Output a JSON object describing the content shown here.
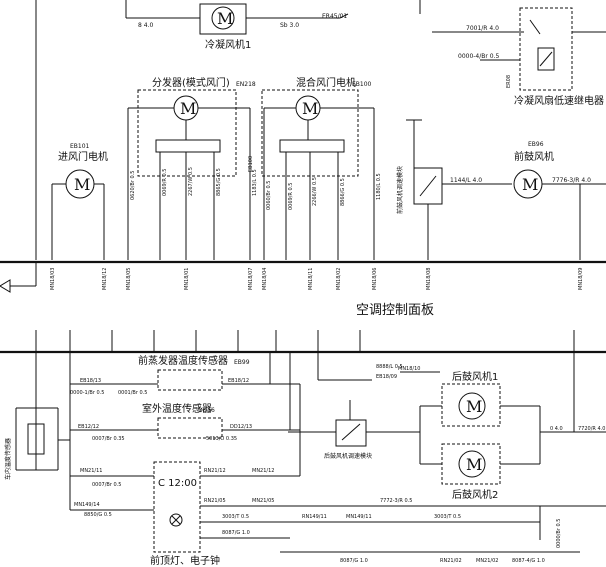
{
  "labels": {
    "cond_fan1": "冷凝风机1",
    "distributor_mode_door": "分发器(模式风门)",
    "distributor_code": "EN218",
    "mix_door_motor": "混合风门电机",
    "mix_door_code": "EB100",
    "intake_door_code": "EB101",
    "intake_door_motor": "进风门电机",
    "front_blower_module": "前鼓风机调速模块",
    "front_blower_code": "EB96",
    "front_blower_motor": "前鼓风机",
    "relay_label": "冷凝风扇低速继电器",
    "relay_code": "ER08",
    "ac_panel": "空调控制面板",
    "front_evap_sensor": "前蒸发器温度传感器",
    "front_evap_sensor_code": "EB99",
    "outdoor_temp_sensor": "室外温度传感器",
    "outdoor_temp_sensor_code": "DD16",
    "rear_blower_module": "后鼓风机调速模块",
    "rear_blower1": "后鼓风机1",
    "rear_blower2": "后鼓风机2",
    "roof_lamp_clock": "前顶灯、电子钟",
    "incar_temp_sensor": "车内温度传感器",
    "clock_display": "C 12:00",
    "motor_symbol": "M"
  },
  "wires": {
    "top_8_4": "8  4.0",
    "top_sb3": "Sb 3.0",
    "top_er45": "ER45/01",
    "w7001": "7001/R  4.0",
    "w0000_4br": "0000-4/Br  0.5",
    "w1144": "1144/L 4.0",
    "w7776": "7776-3/R  4.0",
    "eb18_13": "EB18/13",
    "w0000_1": "0000-1/Br  0.5",
    "w0001": "0001/Br  0.5",
    "eb18_12": "EB18/12",
    "eb12_12": "EB12/12",
    "w0007": "0007/Br  0.35",
    "dd12_13": "DD12/13",
    "w5013": "5013/O  0.35",
    "mn21_11": "MN21/11",
    "w0007_05": "0007/Br  0.5",
    "rn21_12": "RN21/12",
    "mn21_12": "MN21/12",
    "mn149_14": "MN149/14",
    "w8850": "8850/G  0.5",
    "rn21_05": "RN21/05",
    "mn21_05": "MN21/05",
    "w7772": "7772-3/R  0.5",
    "w3003": "3003/T  0.5",
    "rn149_11": "RN149/11",
    "mn149_11": "MN149/11",
    "w3003b": "3003/T  0.5",
    "w8087": "8087/G  1.0",
    "w8087b": "8087/G  1.0",
    "rn21_02": "RN21/02",
    "mn21_02": "MN21/02",
    "w8087c": "8087-4/G  1.0",
    "w0000_r": "0000/Br  0.5",
    "w7720": "7720/R  4.0",
    "w0_4": "0  4.0",
    "eb18_09": "EB18/09",
    "mn18_10": "MN18/10",
    "w8888": "8888/L 0.5",
    "v1": "0620/Br  0.5",
    "v2": "0069/R  0.5",
    "v3": "2267/W  0.5",
    "v4": "8865/G  0.5",
    "v5": "1183/L  0.5",
    "v6": "0060/Br  0.5",
    "v7": "0069/R  0.5",
    "v8": "2266/W  0.5",
    "v9": "8866/G  0.5",
    "v10": "1180/L  0.5"
  },
  "connector_labels": {
    "c1": "MN18/03",
    "c2": "MN18/12",
    "c3": "MN18/05",
    "c4": "MN18/01",
    "c5": "MN18/07",
    "c6": "MN18/04",
    "c7": "MN18/11",
    "c8": "MN18/02",
    "c9": "MN18/06",
    "c10": "MN18/08",
    "c11": "MN18/09",
    "c12": "MN18/10"
  }
}
